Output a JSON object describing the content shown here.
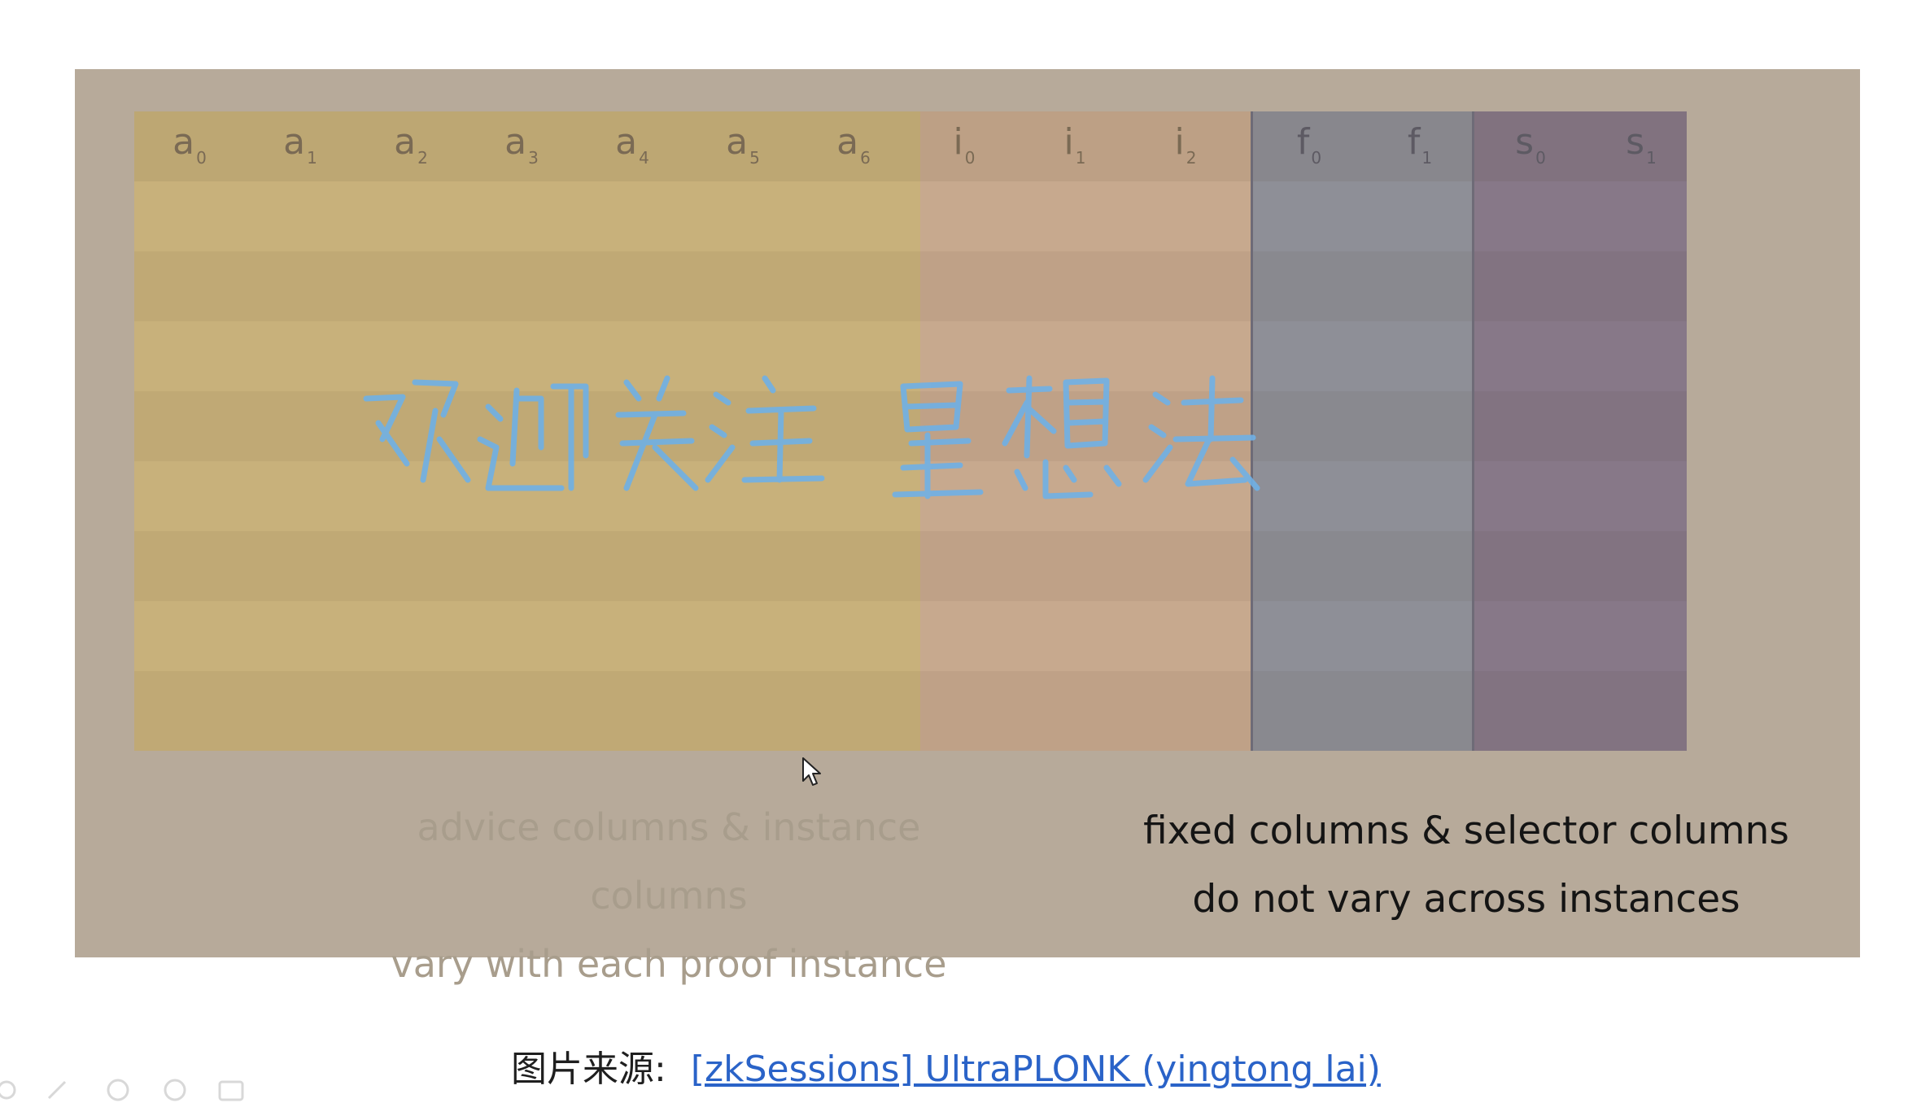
{
  "columns": {
    "advice": [
      "a",
      "a",
      "a",
      "a",
      "a",
      "a",
      "a"
    ],
    "advice_sub": [
      "0",
      "1",
      "2",
      "3",
      "4",
      "5",
      "6"
    ],
    "instance": [
      "i",
      "i",
      "i"
    ],
    "instance_sub": [
      "0",
      "1",
      "2"
    ],
    "fixed": [
      "f",
      "f"
    ],
    "fixed_sub": [
      "0",
      "1"
    ],
    "selector": [
      "s",
      "s"
    ],
    "selector_sub": [
      "0",
      "1"
    ]
  },
  "colors": {
    "advice": "#c8b17b",
    "instance": "#c7a98e",
    "fixed": "#8e8f97",
    "selector": "#877888",
    "slide_bg": "#b7aa9a",
    "watermark": "#6fb0e6",
    "link": "#2a63c8"
  },
  "watermark_text": "欢迎关注 星想法",
  "captions": {
    "left_line1": "advice columns & instance columns",
    "left_line2": "vary with each proof instance",
    "right_line1": "fixed columns & selector columns",
    "right_line2": "do not vary across instances"
  },
  "source": {
    "label": "图片来源:",
    "link_text": "[zkSessions] UltraPLONK (yingtong lai)"
  },
  "icons": [
    "mouse-cursor-icon"
  ]
}
